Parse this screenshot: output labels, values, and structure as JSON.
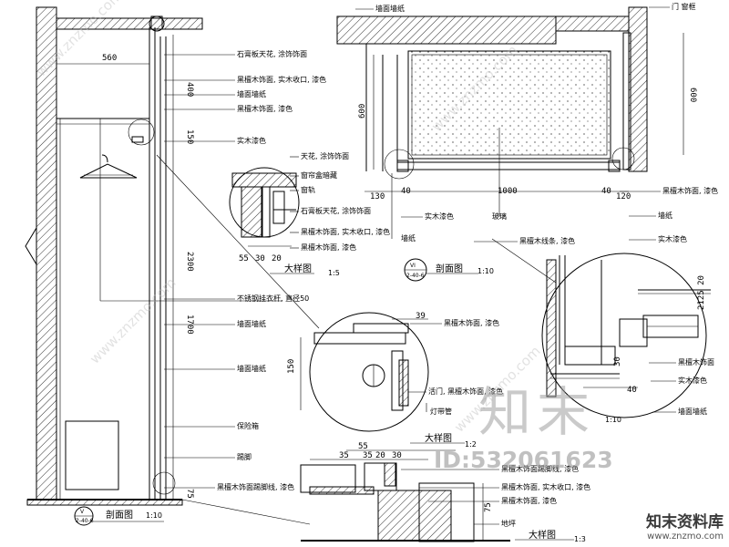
{
  "left_section": {
    "dims": {
      "width": "560",
      "top": "400",
      "mid": "150",
      "tall": "2300",
      "bottom": "1700",
      "base": "75"
    },
    "labels": {
      "ceiling": "石膏板天花, 涂饰饰面",
      "veneer_1": "黑檀木饰面, 实木收口, 漆色",
      "wallpaper_1": "墙面墙纸",
      "veneer_2": "黑檀木饰面, 漆色",
      "solid_wood": "实木漆色",
      "stainless_rod": "不锈钢挂衣杆, 直径50",
      "wallpaper_2": "墙面墙纸",
      "wallpaper_3": "墙面墙纸",
      "safe": "保险箱",
      "baseboard": "踢脚",
      "door_frame": "黑檀木饰面踢脚线, 漆色"
    },
    "section_mark": {
      "num": "V",
      "ref": "2-40-6"
    },
    "title": "剖面图",
    "scale": "1:10"
  },
  "detail_1": {
    "labels": {
      "ceiling": "天花, 涂饰饰面",
      "curtain_box": "窗帘盒暗藏",
      "curtain_rail": "窗轨",
      "gypsum": "石膏板天花, 涂饰饰面",
      "veneer_solid": "黑檀木饰面, 实木收口, 漆色",
      "veneer": "黑檀木饰面, 漆色"
    },
    "dims": [
      "55",
      "30",
      "20"
    ],
    "title": "大样图",
    "scale": "1:5"
  },
  "right_section": {
    "dims": {
      "w_left": "130",
      "w_mid": "1000",
      "w_right": "120",
      "h_left": "600",
      "h_right": "600",
      "w_left2": "40",
      "w_right2": "40"
    },
    "labels": {
      "wall_top": "墙面墙纸",
      "door_top": "门 窗框",
      "veneer": "黑檀木饰面, 漆色",
      "wall": "墙纸",
      "solid_wood": "实木漆色",
      "glass": "玻璃",
      "wallpaper": "墙纸",
      "veneer_line": "黑檀木线条, 漆色",
      "solid_wood_2": "实木漆色"
    },
    "section_mark": {
      "num": "VI",
      "ref": "2-40-6"
    },
    "title": "剖面图",
    "scale": "1:10"
  },
  "detail_2": {
    "dims": [
      "39",
      "150"
    ],
    "labels": {
      "veneer": "黑檀木饰面, 漆色",
      "door": "活门, 黑檀木饰面, 漆色",
      "light": "灯带管"
    },
    "title": "大样图",
    "scale": "1:2"
  },
  "detail_3": {
    "dims": [
      "30",
      "40"
    ],
    "labels": {
      "veneer": "黑檀木饰面",
      "solid": "实木漆色",
      "wallpaper": "墙面墙纸"
    },
    "side_dims": "2125 20",
    "scale": "1:10"
  },
  "detail_4": {
    "dims": [
      "55",
      "35",
      "35",
      "20",
      "30",
      "75"
    ],
    "labels": {
      "veneer_line": "黑檀木饰面踢脚线, 漆色",
      "veneer_solid": "黑檀木饰面, 实木收口, 漆色",
      "veneer_color": "黑檀木饰面, 漆色",
      "base": "地坪"
    },
    "title": "大样图",
    "scale": "1:3"
  },
  "watermark": {
    "logo": "知末",
    "id": "ID:532061623",
    "brand": "知末资料库",
    "url": "www.znzmo.com",
    "diag": "www.znzmo.com"
  }
}
